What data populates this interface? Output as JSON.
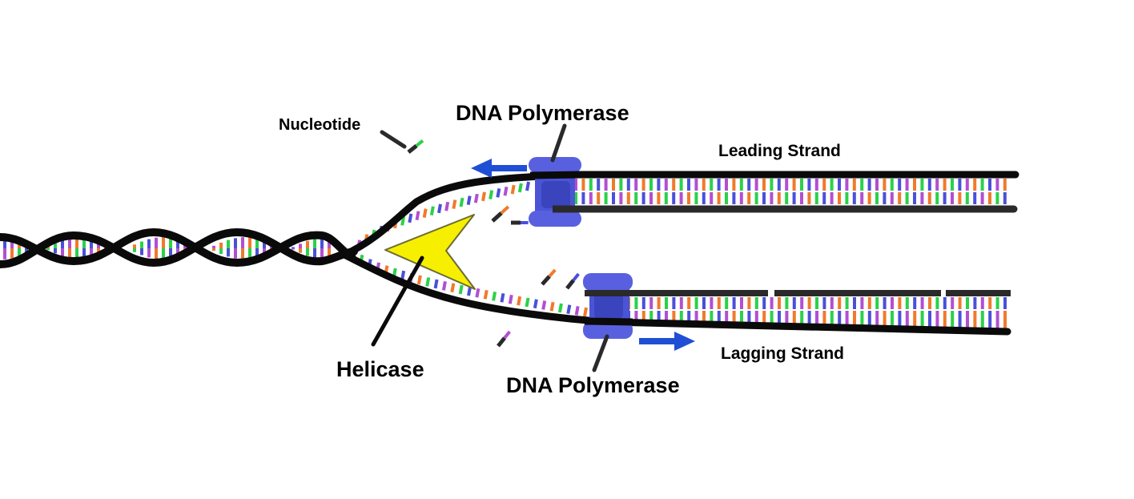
{
  "labels": {
    "nucleotide": "Nucleotide",
    "polymerase_top": "DNA Polymerase",
    "polymerase_bottom": "DNA Polymerase",
    "leading_strand": "Leading Strand",
    "lagging_strand": "Lagging Strand",
    "helicase": "Helicase"
  },
  "colors": {
    "backbone": "#0a0a0a",
    "new_strand": "#2a2a2a",
    "polymerase": "#4a54d6",
    "polymerase_dark": "#2f38a8",
    "helicase": "#f7ef00",
    "arrow": "#1f4fd4",
    "base_palette": [
      "#2bd14a",
      "#f07a2c",
      "#b24fd1",
      "#4a50d8"
    ]
  },
  "icons": {
    "helicase": "yellow-arrowhead-shape",
    "polymerase": "blue-clamp-shape",
    "direction": "blue-arrow-icon"
  }
}
